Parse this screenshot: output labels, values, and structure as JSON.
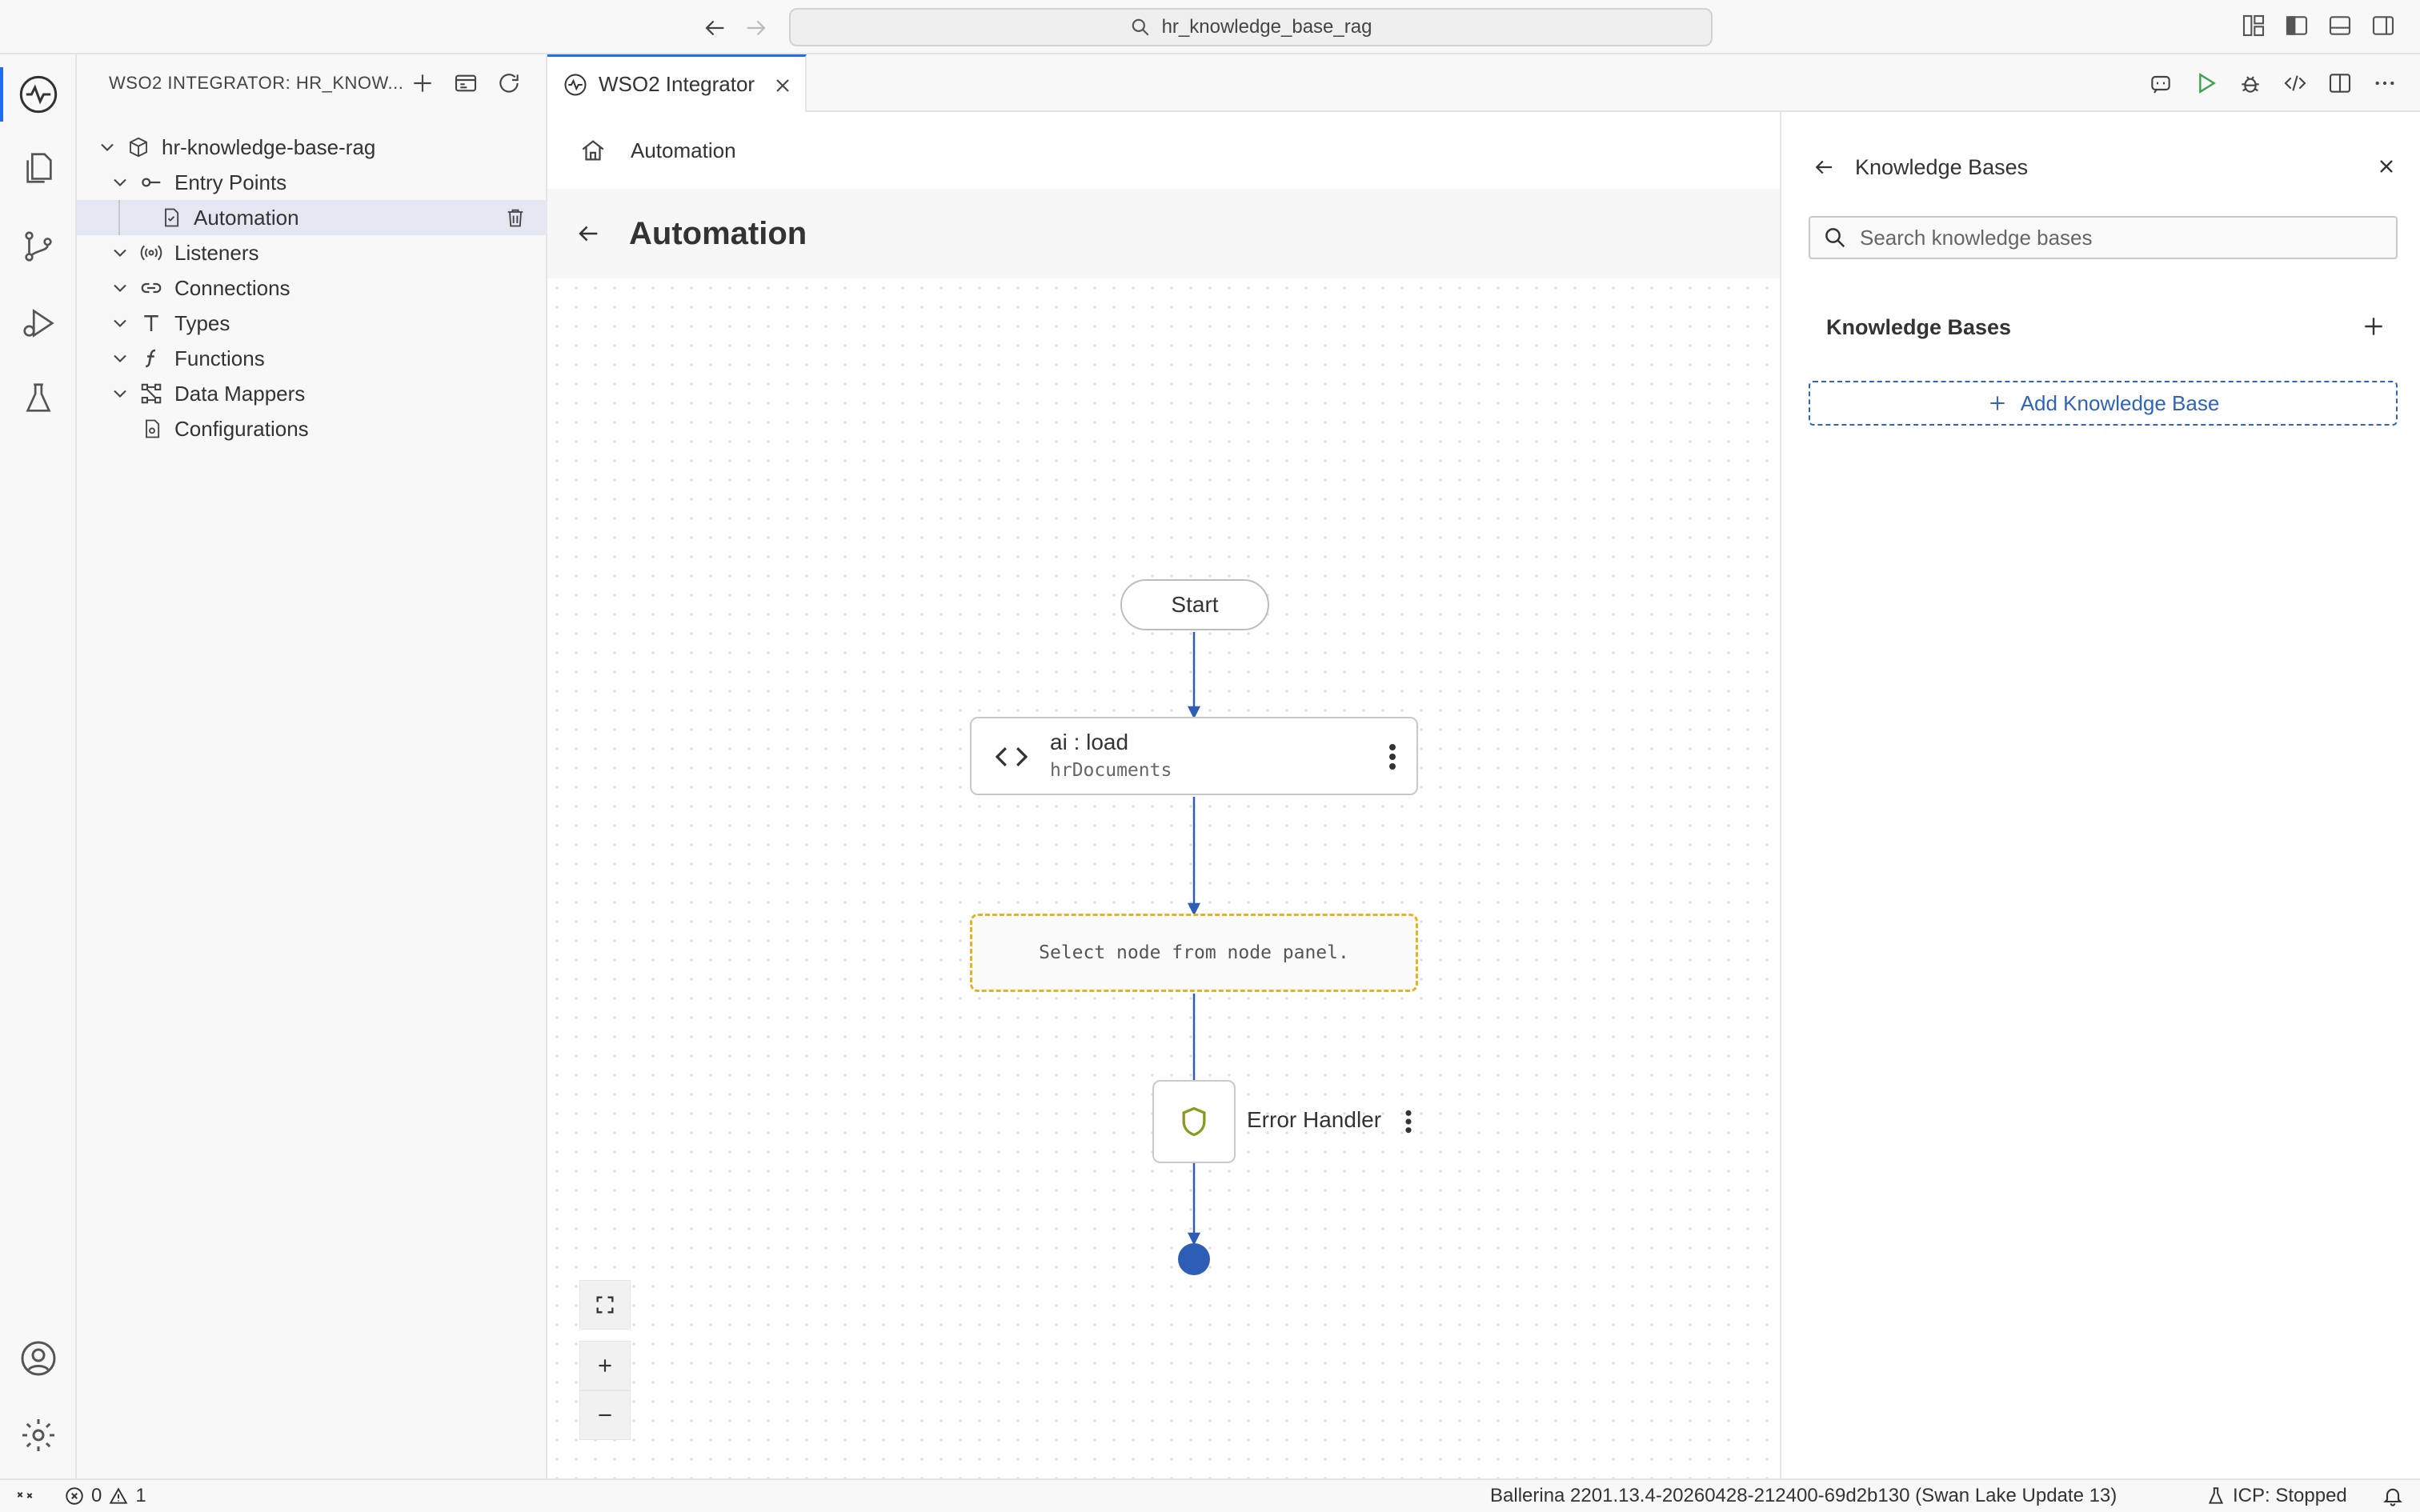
{
  "titlebar": {
    "command_center": "hr_knowledge_base_rag"
  },
  "sidebar": {
    "title": "WSO2 INTEGRATOR: HR_KNOW...",
    "project": "hr-knowledge-base-rag",
    "items": [
      {
        "label": "Entry Points"
      },
      {
        "label": "Automation"
      },
      {
        "label": "Listeners"
      },
      {
        "label": "Connections"
      },
      {
        "label": "Types"
      },
      {
        "label": "Functions"
      },
      {
        "label": "Data Mappers"
      },
      {
        "label": "Configurations"
      }
    ]
  },
  "tab": {
    "label": "WSO2 Integrator"
  },
  "editor": {
    "breadcrumb": "Automation",
    "page_title": "Automation"
  },
  "flow": {
    "start_label": "Start",
    "load_node": {
      "title": "ai : load",
      "subtitle": "hrDocuments"
    },
    "empty_node": "Select node from node panel.",
    "error_handler_label": "Error Handler"
  },
  "right_panel": {
    "title": "Knowledge Bases",
    "search_placeholder": "Search knowledge bases",
    "section_title": "Knowledge Bases",
    "add_button_label": "Add Knowledge Base"
  },
  "statusbar": {
    "errors": "0",
    "warnings": "1",
    "ballerina_version": "Ballerina 2201.13.4-20260428-212400-69d2b130 (Swan Lake Update 13)",
    "icp_status": "ICP: Stopped"
  },
  "colors": {
    "accent": "#1f6feb",
    "flow_line": "#2e5db6",
    "placeholder_border": "#e3b41c",
    "shield": "#8a9a1a"
  }
}
